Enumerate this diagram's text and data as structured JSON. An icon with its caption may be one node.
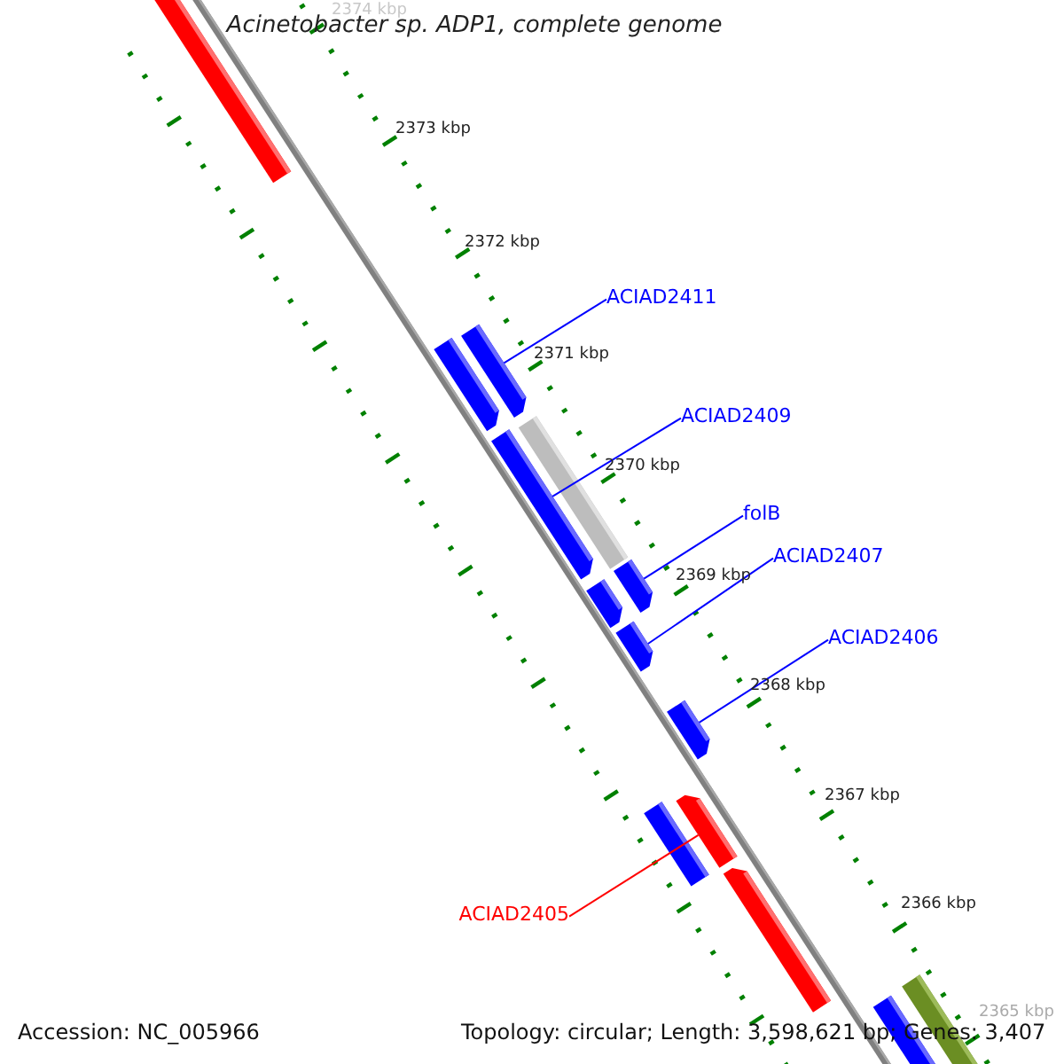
{
  "diagram": {
    "title": "Acinetobacter sp. ADP1, complete genome",
    "nodes": [
      {
        "text": [
          "ACIAD2411"
        ]
      },
      {
        "text": [
          "ACIAD2409"
        ]
      },
      {
        "text": [
          "folB"
        ]
      },
      {
        "text": [
          "ACIAD2407"
        ]
      },
      {
        "text": [
          "ACIAD2406"
        ]
      },
      {
        "text": [
          "ACIAD2405"
        ]
      },
      {
        "text": [],
        "shape": "arrow"
      },
      {
        "text": [],
        "shape": "arrow"
      },
      {
        "text": [],
        "shape": "arrow"
      },
      {
        "text": [],
        "shape": "arrow"
      },
      {
        "text": [],
        "shape": "bar"
      },
      {
        "text": [],
        "shape": "arrow"
      },
      {
        "text": [],
        "shape": "arrow"
      },
      {
        "text": [],
        "shape": "arrow"
      },
      {
        "text": [],
        "shape": "arrow"
      },
      {
        "text": [],
        "shape": "bar"
      },
      {
        "text": [],
        "shape": "arrow"
      },
      {
        "text": [],
        "shape": "arrow"
      },
      {
        "text": [],
        "shape": "bar"
      },
      {
        "text": [],
        "shape": "bar"
      }
    ],
    "edges": [
      {
        "from": 0,
        "to": 8,
        "arrow": "none"
      },
      {
        "from": 1,
        "to": 9,
        "arrow": "none"
      },
      {
        "from": 2,
        "to": 11,
        "arrow": "none"
      },
      {
        "from": 3,
        "to": 13,
        "arrow": "none"
      },
      {
        "from": 4,
        "to": 14,
        "arrow": "none"
      },
      {
        "from": 5,
        "to": 16,
        "arrow": "none",
        "color": "#ff0000"
      }
    ],
    "labels": [
      "2374 kbp",
      "2373 kbp",
      "2372 kbp",
      "2371 kbp",
      "2370 kbp",
      "2369 kbp",
      "2368 kbp",
      "2367 kbp",
      "2366 kbp",
      "2365 kbp",
      "Accession: NC_005966",
      "Topology: circular; Length: 3,598,621 bp; Genes: 3,407"
    ]
  }
}
